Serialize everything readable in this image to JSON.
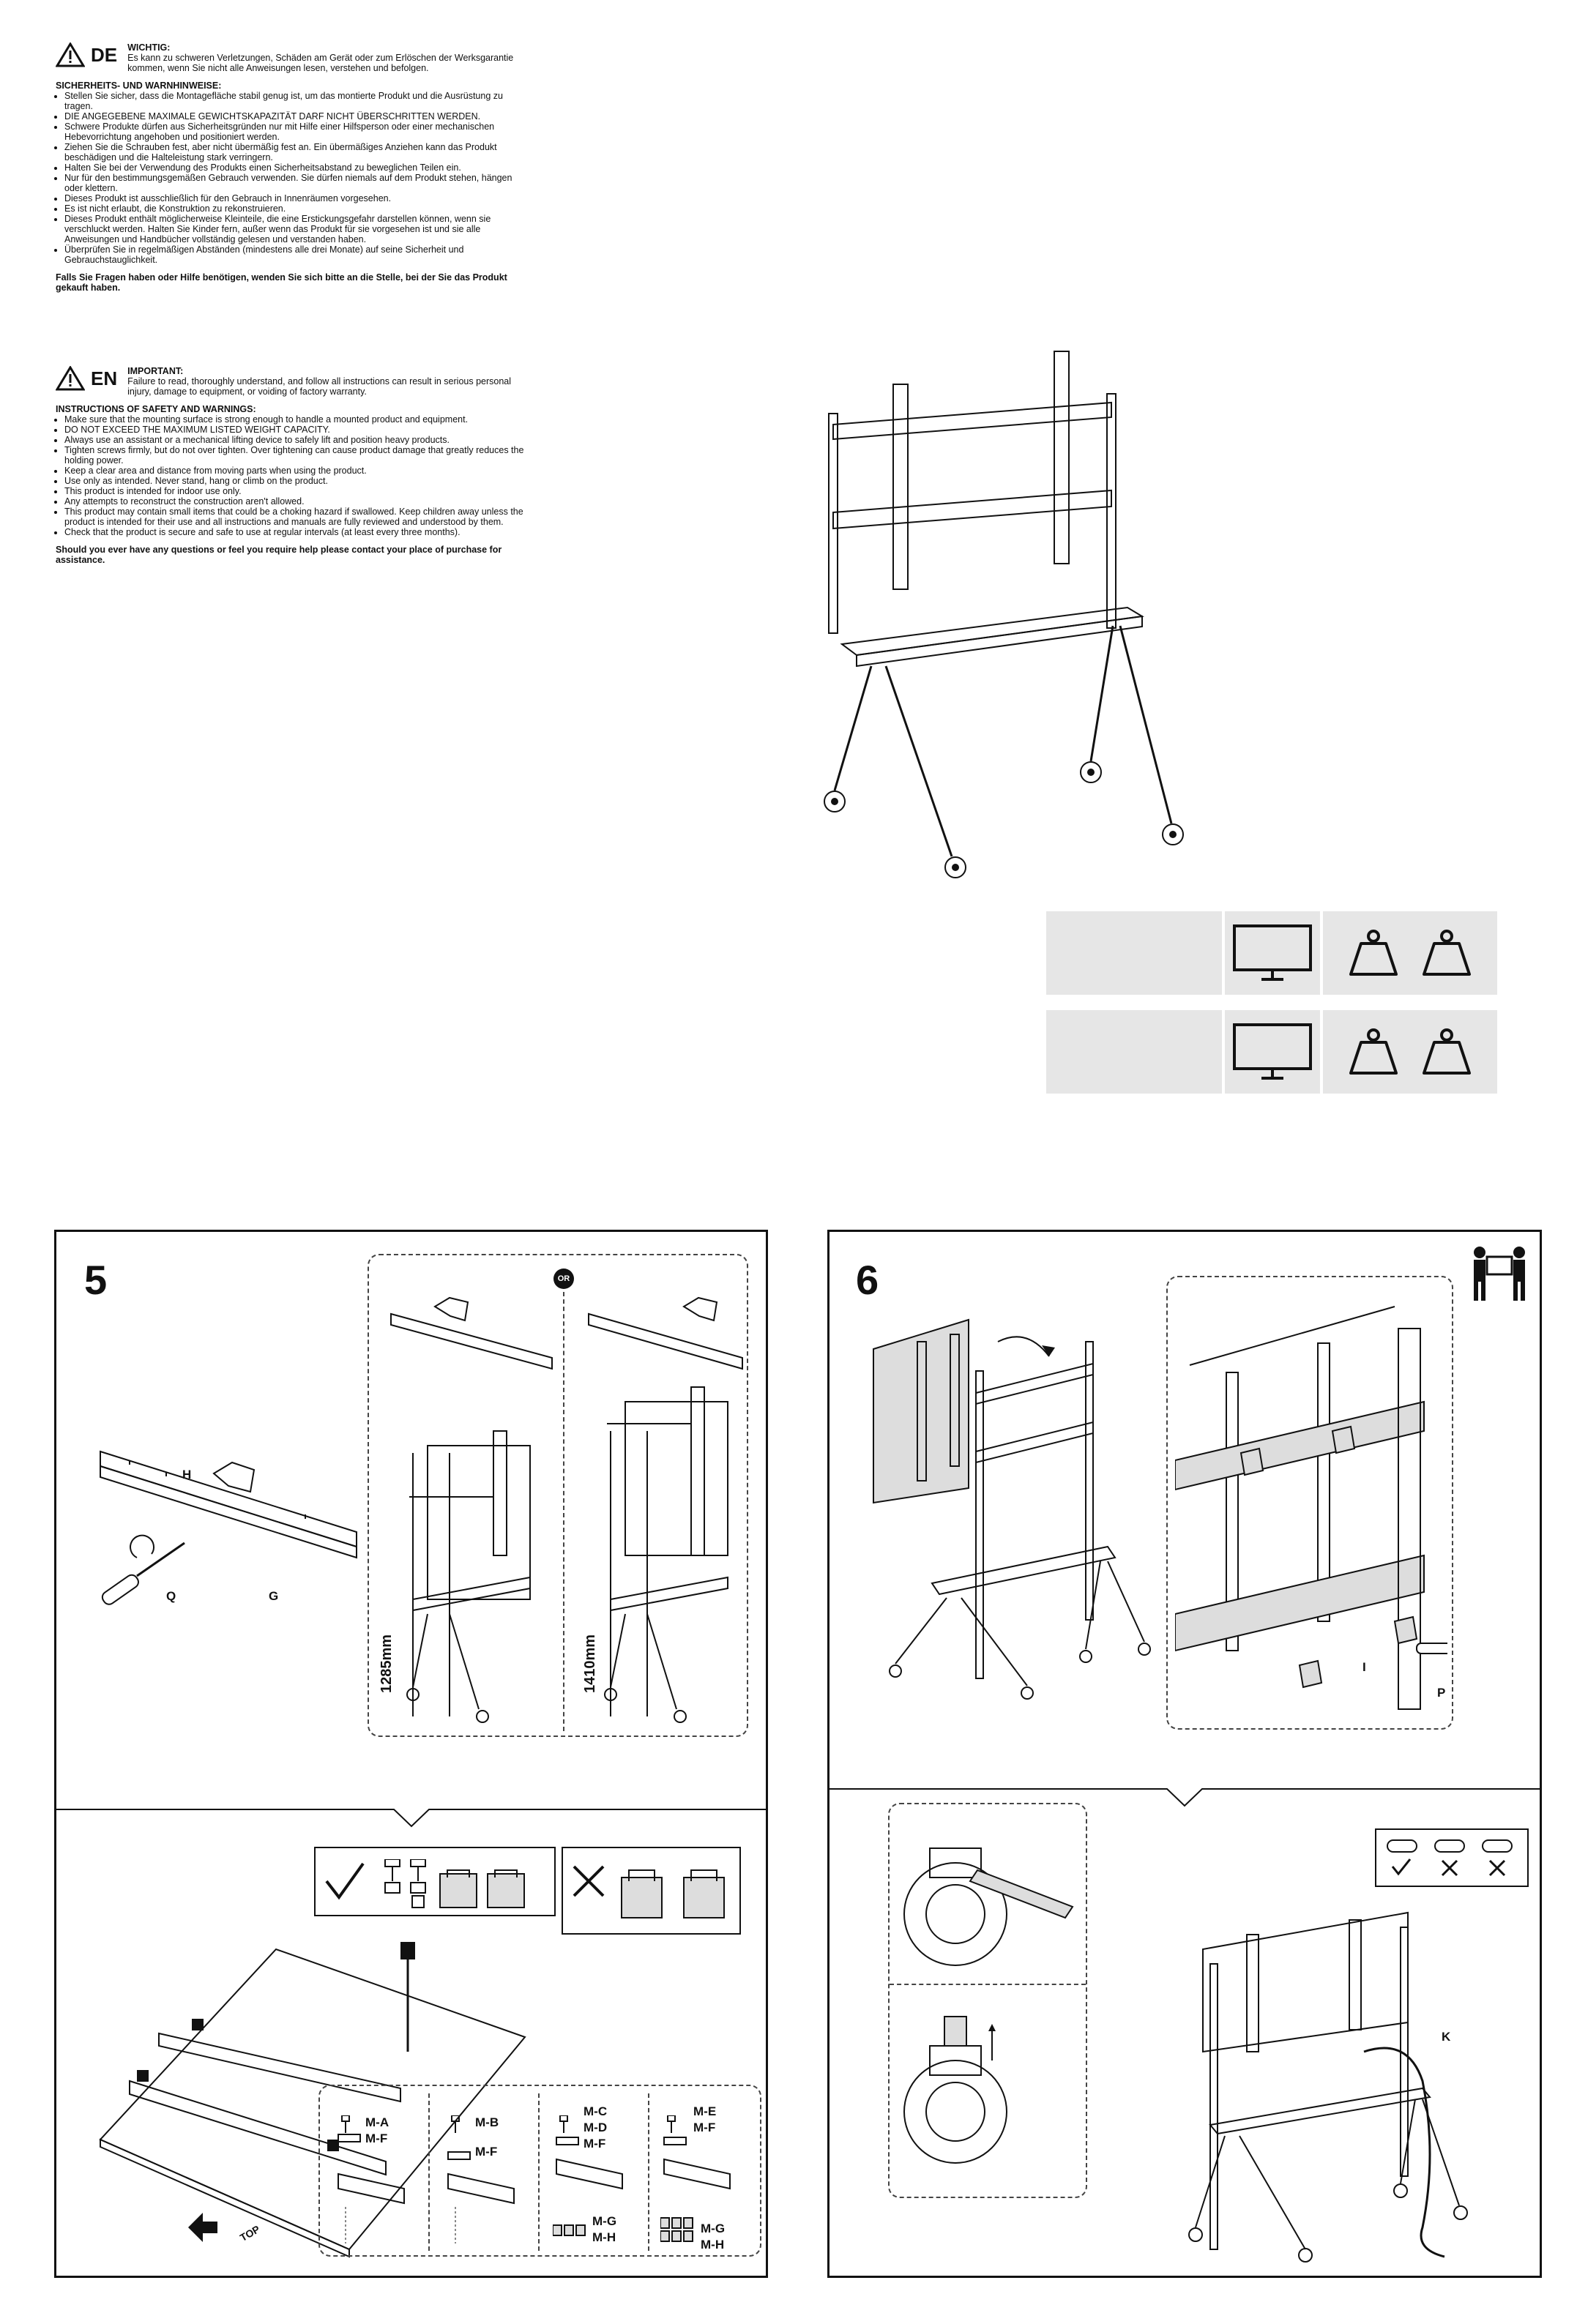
{
  "de": {
    "code": "DE",
    "important_title": "WICHTIG:",
    "important_text": "Es kann zu schweren Verletzungen, Schäden am Gerät oder zum Erlöschen der Werksgarantie kommen, wenn Sie nicht alle Anweisungen lesen, verstehen und befolgen.",
    "section_title": "SICHERHEITS- UND WARNHINWEISE:",
    "items": [
      "Stellen Sie sicher, dass die Montagefläche stabil genug ist, um das montierte Produkt und die Ausrüstung zu tragen.",
      "DIE ANGEGEBENE MAXIMALE GEWICHTSKAPAZITÄT DARF NICHT ÜBERSCHRITTEN WERDEN.",
      "Schwere Produkte dürfen aus Sicherheitsgründen nur mit Hilfe einer Hilfsperson oder einer mechanischen Hebevorrichtung angehoben und positioniert werden.",
      "Ziehen Sie die Schrauben fest, aber nicht übermäßig fest an. Ein übermäßiges Anziehen kann das Produkt beschädigen und die Halteleistung stark verringern.",
      "Halten Sie bei der Verwendung des Produkts einen Sicherheitsabstand zu beweglichen Teilen ein.",
      "Nur für den bestimmungsgemäßen Gebrauch verwenden. Sie dürfen niemals auf dem Produkt stehen, hängen oder klettern.",
      "Dieses Produkt ist ausschließlich für den Gebrauch in Innenräumen vorgesehen.",
      "Es ist nicht erlaubt, die Konstruktion zu rekonstruieren.",
      "Dieses Produkt enthält möglicherweise Kleinteile, die eine Erstickungsgefahr darstellen können, wenn sie verschluckt werden. Halten Sie Kinder fern, außer wenn das Produkt für sie vorgesehen ist und sie alle Anweisungen und Handbücher vollständig gelesen und verstanden haben.",
      "Überprüfen Sie in regelmäßigen Abständen (mindestens alle drei Monate) auf seine Sicherheit und Gebrauchstauglichkeit."
    ],
    "contact": "Falls Sie Fragen haben oder Hilfe benötigen, wenden Sie sich bitte an die Stelle, bei der Sie das Produkt gekauft haben."
  },
  "en": {
    "code": "EN",
    "important_title": "IMPORTANT:",
    "important_text": "Failure to read, thoroughly understand, and follow all instructions can result in serious personal injury, damage to equipment, or voiding of factory warranty.",
    "section_title": "INSTRUCTIONS OF SAFETY AND WARNINGS:",
    "items": [
      "Make sure that the mounting surface is strong enough to handle a mounted product and equipment.",
      "DO NOT EXCEED THE MAXIMUM LISTED WEIGHT CAPACITY.",
      "Always use an assistant or a mechanical lifting device to safely lift and position heavy products.",
      "Tighten screws firmly, but do not over tighten. Over tightening can cause product damage that greatly reduces the holding power.",
      "Keep a clear area and distance from moving parts when using the product.",
      "Use only as intended. Never stand, hang or climb on the product.",
      "This product is intended for indoor use only.",
      "Any attempts to reconstruct the construction aren't allowed.",
      "This product may contain small items that could be a choking hazard if swallowed. Keep children away unless the product is intended for their use and all instructions and manuals are fully reviewed and understood by them.",
      "Check that the product is secure and safe to use at regular intervals (at least every three months)."
    ],
    "contact": "Should you ever have any questions or feel you require help please contact your place of purchase for assistance."
  },
  "icons": {
    "warning": "warning-triangle-icon",
    "monitor": "monitor-icon",
    "weight": "weight-icon",
    "people": "two-people-carry-icon"
  },
  "step5": {
    "number": "5",
    "or_badge": "OR",
    "labels": {
      "H": "H",
      "Q": "Q",
      "G": "G"
    },
    "dim1": "1285mm",
    "dim2": "1410mm",
    "hw_sets": [
      {
        "top": "M-A",
        "bottom": "M-F"
      },
      {
        "top": "M-B",
        "bottom": "M-F"
      },
      {
        "top": "M-C",
        "mid": "M-D",
        "bottom": "M-F",
        "washer1": "M-G",
        "washer2": "M-H"
      },
      {
        "top": "M-E",
        "bottom": "M-F",
        "washer1": "M-G",
        "washer2": "M-H"
      }
    ],
    "top_label": "TOP"
  },
  "step6": {
    "number": "6",
    "labels": {
      "I": "I",
      "P": "P",
      "K": "K"
    }
  }
}
